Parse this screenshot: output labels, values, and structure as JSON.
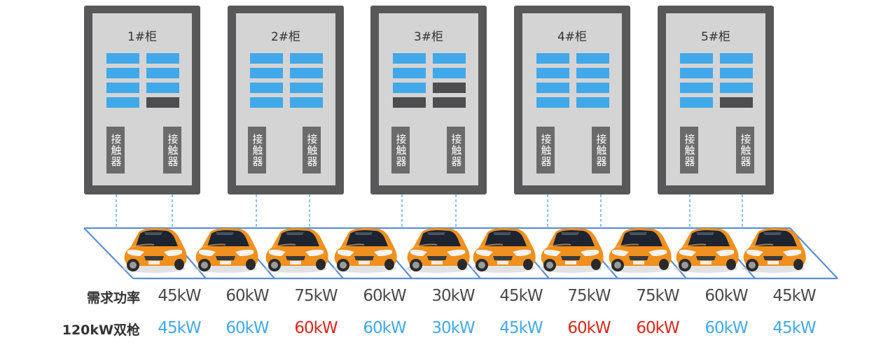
{
  "cabinets": [
    {
      "title": "1#柜",
      "modules": [
        "on",
        "on",
        "on",
        "on",
        "on",
        "on",
        "on",
        "off"
      ],
      "contactors": [
        "接触器",
        "接触器"
      ]
    },
    {
      "title": "2#柜",
      "modules": [
        "on",
        "on",
        "on",
        "on",
        "on",
        "on",
        "on",
        "on"
      ],
      "contactors": [
        "接触器",
        "接触器"
      ]
    },
    {
      "title": "3#柜",
      "modules": [
        "on",
        "on",
        "on",
        "on",
        "on",
        "off",
        "off",
        "off"
      ],
      "contactors": [
        "接触器",
        "接触器"
      ]
    },
    {
      "title": "4#柜",
      "modules": [
        "on",
        "on",
        "on",
        "on",
        "on",
        "on",
        "on",
        "on"
      ],
      "contactors": [
        "接触器",
        "接触器"
      ]
    },
    {
      "title": "5#柜",
      "modules": [
        "on",
        "on",
        "on",
        "on",
        "on",
        "on",
        "on",
        "off"
      ],
      "contactors": [
        "接触器",
        "接触器"
      ]
    }
  ],
  "rows": {
    "demand_label": "需求功率",
    "gun_label": "120kW双枪",
    "demand": [
      "45kW",
      "60kW",
      "75kW",
      "60kW",
      "30kW",
      "45kW",
      "75kW",
      "75kW",
      "60kW",
      "45kW"
    ],
    "gun": [
      {
        "text": "45kW",
        "status": "ok"
      },
      {
        "text": "60kW",
        "status": "ok"
      },
      {
        "text": "60kW",
        "status": "short"
      },
      {
        "text": "60kW",
        "status": "ok"
      },
      {
        "text": "30kW",
        "status": "ok"
      },
      {
        "text": "45kW",
        "status": "ok"
      },
      {
        "text": "60kW",
        "status": "short"
      },
      {
        "text": "60kW",
        "status": "short"
      },
      {
        "text": "60kW",
        "status": "ok"
      },
      {
        "text": "45kW",
        "status": "ok"
      }
    ]
  },
  "colors": {
    "module_on": "#41a9ea",
    "module_off": "#4d4d4f",
    "ok": "#41a9ea",
    "short": "#d9261c",
    "car_body": "#f0901e",
    "lot_line": "#5b8fd6",
    "link_line": "#4aa3e0"
  }
}
